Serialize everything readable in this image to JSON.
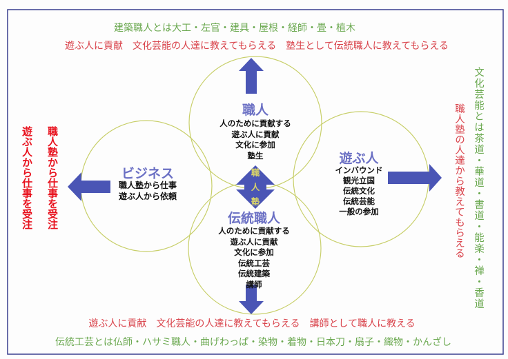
{
  "top": {
    "architecture_note": "建築職人とは大工・左官・建具・屋根・経師・畳・植木",
    "benefits": "遊ぶ人に貢献　文化芸能の人達に教えてもらえる　塾生として伝統職人に教えてもらえる"
  },
  "bottom": {
    "benefits": "遊ぶ人に貢献　文化芸能の人達に教えてもらえる　講師として職人に教える",
    "crafts_note": "伝統工芸とは仏師・ハサミ職人・曲げわっぱ・染物・着物・日本刀・扇子・織物・かんざし"
  },
  "left": {
    "col1": "職人塾から仕事を受注",
    "col2": "遊ぶ人から仕事を受注"
  },
  "right": {
    "culture_note": "文化芸能とは茶道・華道・書道・能楽・禅・香道",
    "benefit": "職人塾の人達から教えてもらえる"
  },
  "circles": {
    "shokunin": {
      "title": "職人",
      "lines": [
        "人のために貢献する",
        "遊ぶ人に貢献",
        "文化に参加",
        "塾生"
      ]
    },
    "dentou": {
      "title": "伝統職人",
      "lines": [
        "人のために貢献する",
        "遊ぶ人に貢献",
        "文化に参加",
        "伝統工芸",
        "伝統建築",
        "講師"
      ]
    },
    "business": {
      "title": "ビジネス",
      "lines": [
        "職人塾から仕事",
        "遊ぶ人から依頼"
      ]
    },
    "asobu": {
      "title": "遊ぶ人",
      "lines": [
        "インバウンド",
        "観光立国",
        "伝統文化",
        "伝統芸能",
        "一般の参加"
      ]
    }
  },
  "center": {
    "chars": [
      "職",
      "人",
      "塾"
    ]
  },
  "colors": {
    "frame": "#3a3f8f",
    "arrow": "#4a55b5",
    "circle": "#c8cf6a",
    "title": "#6b70c4",
    "red": "#d9434b",
    "green": "#6aa84f"
  }
}
